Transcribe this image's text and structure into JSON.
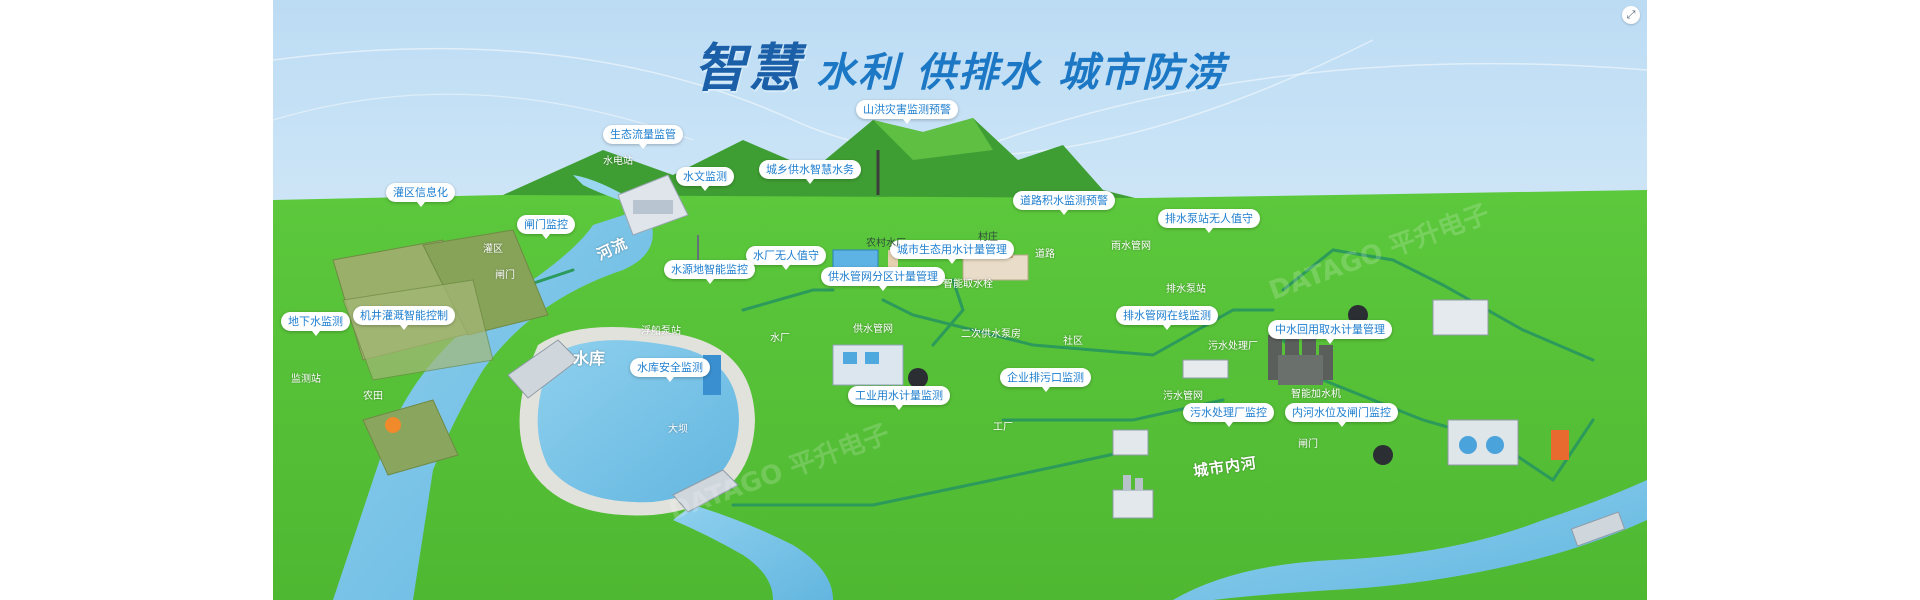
{
  "title": {
    "part1": "智慧",
    "part2": "水利 供排水 城市防涝"
  },
  "callouts": {
    "ecological_flow": "生态流量监管",
    "hydrology": "水文监测",
    "flood_warning": "山洪灾害监测预警",
    "water_service": "城乡供水智慧水务",
    "irrigation_info": "灌区信息化",
    "gate_monitor": "闸门监控",
    "waterlogging_warning": "道路积水监测预警",
    "pump_unattended": "排水泵站无人值守",
    "plant_unattended": "水厂无人值守",
    "urban_eco_metering": "城市生态用水计量管理",
    "source_monitor": "水源地智能监控",
    "zone_metering": "供水管网分区计量管理",
    "groundwater": "地下水监测",
    "well_irrigation": "机井灌溉智能控制",
    "drain_network_online": "排水管网在线监测",
    "reclaimed_water": "中水回用取水计量管理",
    "reservoir_safety": "水库安全监测",
    "discharge_outlet": "企业排污口监测",
    "industrial_metering": "工业用水计量监测",
    "sewage_plant_monitor": "污水处理厂监控",
    "inner_river": "内河水位及闸门监控"
  },
  "places": {
    "hydropower": "水电站",
    "village": "村庄",
    "rural_plant": "农村水厂",
    "irrigation_area": "灌区",
    "gate": "闸门",
    "river": "河流",
    "road": "道路",
    "rain_network": "雨水管网",
    "drain_pump_station": "排水泵站",
    "hydrant": "智能取水栓",
    "floating_pump": "浮船泵站",
    "water_plant": "水厂",
    "supply_network": "供水管网",
    "secondary_pump": "二次供水泵房",
    "community": "社区",
    "sewage_plant": "污水处理厂",
    "reservoir": "水库",
    "monitoring_station": "监测站",
    "farmland": "农田",
    "sewage_network": "污水管网",
    "smart_water_dispenser": "智能加水机",
    "factory": "工厂",
    "dam": "大坝",
    "inner_gate": "闸门",
    "city_inner_river": "城市内河"
  },
  "watermark": {
    "latin": "DATAGO",
    "cjk": "平升电子"
  },
  "colors": {
    "sky_top": "#bcdcf4",
    "grass": "#58c43a",
    "water": "#7fc6e8",
    "pipe": "#2b9a5a",
    "title_dark": "#1a5fa8",
    "label_text": "#1f7fcf"
  }
}
